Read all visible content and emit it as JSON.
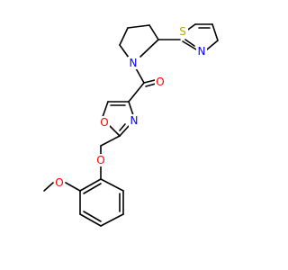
{
  "molecule": {
    "colors": {
      "bond": "#000000",
      "N": "#0000ff",
      "O": "#ff0000",
      "S": "#b8a400",
      "background": "#ffffff"
    },
    "atoms": {
      "thiazole_s": {
        "element": "S",
        "label": "S"
      },
      "thiazole_n": {
        "element": "N",
        "label": "N"
      },
      "pyrrolidine_n": {
        "element": "N",
        "label": "N"
      },
      "carbonyl_o": {
        "element": "O",
        "label": "O"
      },
      "oxazole_n": {
        "element": "N",
        "label": "N"
      },
      "oxazole_o": {
        "element": "O",
        "label": "O"
      },
      "ether_o": {
        "element": "O",
        "label": "O"
      },
      "methoxy_o": {
        "element": "O",
        "label": "O"
      }
    }
  }
}
